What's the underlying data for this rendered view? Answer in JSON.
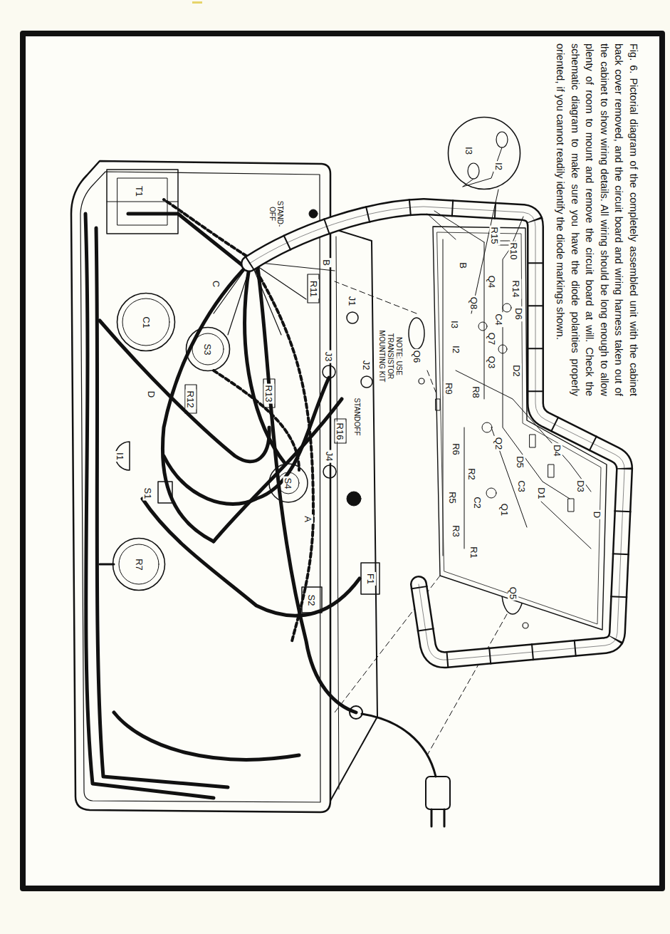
{
  "diagram": {
    "caption": "Fig. 6. Pictorial diagram of the completely assembled unit with the cabinet back cover removed, and the circuit board and wiring harness taken out of the cabinet to show wiring details. All wiring should be long enough to allow plenty of room to mount and remove the circuit board at will. Check the schematic diagram to make sure you have the diode polarities properly oriented, if you cannot readily identify the diode markings shown.",
    "nodes": [
      {
        "text": [
          "I3",
          "I2"
        ]
      },
      {
        "text": [
          "C1"
        ]
      },
      {
        "text": [
          "S3"
        ]
      },
      {
        "text": [
          "R7"
        ]
      }
    ],
    "labels": [
      "T1",
      "C",
      "D",
      "R12",
      "I1",
      "S1",
      "R13",
      "S4",
      "B",
      "R11",
      "J1",
      "J3",
      "J2",
      "R16",
      "J4",
      "A",
      "STAND- OFF",
      "STANDOFF",
      "F1",
      "S2",
      "NOTE: USE TRANSISTOR MOUNTING KIT",
      "Q6",
      "Q5",
      "R15",
      "R10",
      "B",
      "Q4",
      "R14",
      "D6",
      "Q8",
      "C4",
      "I3",
      "Q7",
      "I2",
      "Q3",
      "D2",
      "R9",
      "R8",
      "D4",
      "D3",
      "D1",
      "D",
      "R6",
      "Q2",
      "D5",
      "C3",
      "R2",
      "R5",
      "C2",
      "Q1",
      "R3",
      "R1"
    ]
  }
}
